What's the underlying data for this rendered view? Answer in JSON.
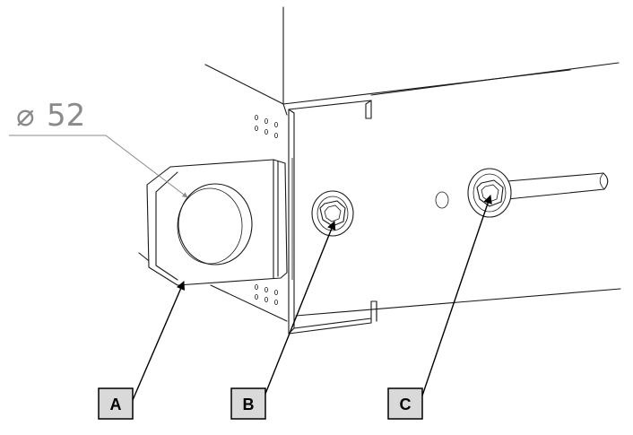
{
  "dimension": {
    "symbol": "⌀",
    "value": "52"
  },
  "callouts": [
    {
      "id": "a",
      "label": "A"
    },
    {
      "id": "b",
      "label": "B"
    },
    {
      "id": "c",
      "label": "C"
    }
  ]
}
